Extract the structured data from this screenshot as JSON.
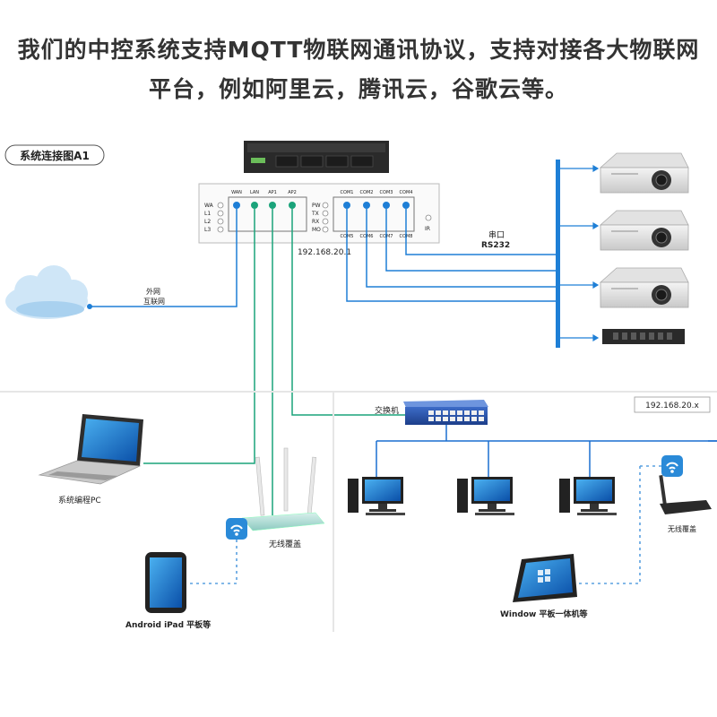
{
  "headline": {
    "line1": "我们的中控系统支持MQTT物联网通讯协议，支持对接各大物联网",
    "line2": "平台，例如阿里云，腾讯云，谷歌云等。"
  },
  "diagram": {
    "tag": "系统连接图A1",
    "ports_net": [
      "WAN",
      "LAN",
      "AP1",
      "AP2"
    ],
    "ports_com_top": [
      "COM1",
      "COM2",
      "COM3",
      "COM4"
    ],
    "ports_com_bottom": [
      "COM5",
      "COM6",
      "COM7",
      "COM8"
    ],
    "leds_left": [
      "WA",
      "L1",
      "L2",
      "L3"
    ],
    "leds_right": [
      "PW",
      "TX",
      "RX",
      "MO"
    ],
    "ir_label": "IR",
    "controller_ip": "192.168.20.1",
    "serial_label": "串口",
    "serial_protocol": "RS232",
    "internet_label_1": "外网",
    "internet_label_2": "互联网",
    "switch_label": "交换机",
    "lan_ip": "192.168.20.x",
    "pc_label": "系统编程PC",
    "router_label": "无线覆盖",
    "ipad_label": "Android iPad 平板等",
    "router2_label": "无线覆盖",
    "windows_label": "Window 平板一体机等"
  },
  "colors": {
    "accent_blue": "#1e7fd6",
    "link_line": "#1a6fd0",
    "wifi_dash": "#5aa0e0",
    "port_teal": "#1aa37a",
    "panel_border": "#888888"
  }
}
